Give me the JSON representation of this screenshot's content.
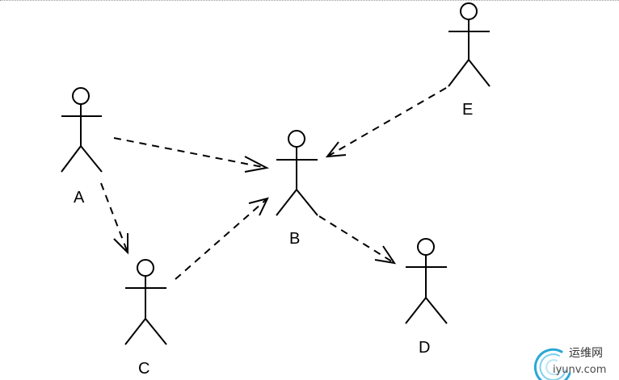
{
  "actors": [
    {
      "id": "A",
      "label": "A"
    },
    {
      "id": "B",
      "label": "B"
    },
    {
      "id": "C",
      "label": "C"
    },
    {
      "id": "D",
      "label": "D"
    },
    {
      "id": "E",
      "label": "E"
    }
  ],
  "dependencies": [
    {
      "from": "A",
      "to": "B"
    },
    {
      "from": "A",
      "to": "C"
    },
    {
      "from": "C",
      "to": "B"
    },
    {
      "from": "E",
      "to": "B"
    },
    {
      "from": "B",
      "to": "D"
    }
  ],
  "watermark": {
    "brand_cn": "运维网",
    "site": "iyunv.com",
    "accent": "#2aa7d8"
  }
}
